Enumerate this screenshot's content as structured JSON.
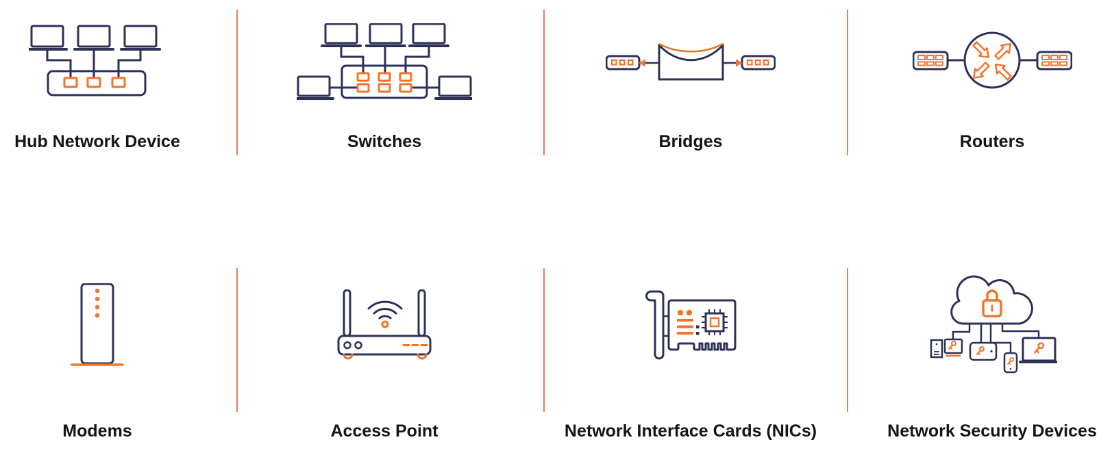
{
  "page": {
    "background": "#ffffff"
  },
  "palette": {
    "icon_navy": "#2D3057",
    "icon_orange": "#F2742B",
    "divider_orange": "#EE7D4F",
    "label_text": "#151515"
  },
  "cards": [
    {
      "label": "Hub Network Device",
      "icon": "hub-network-device-icon"
    },
    {
      "label": "Switches",
      "icon": "switches-icon"
    },
    {
      "label": "Bridges",
      "icon": "bridges-icon"
    },
    {
      "label": "Routers",
      "icon": "routers-icon"
    },
    {
      "label": "Modems",
      "icon": "modem-icon"
    },
    {
      "label": "Access Point",
      "icon": "access-point-icon"
    },
    {
      "label": "Network Interface Cards (NICs)",
      "icon": "network-interface-card-icon"
    },
    {
      "label": "Network Security Devices",
      "icon": "network-security-devices-icon"
    }
  ]
}
